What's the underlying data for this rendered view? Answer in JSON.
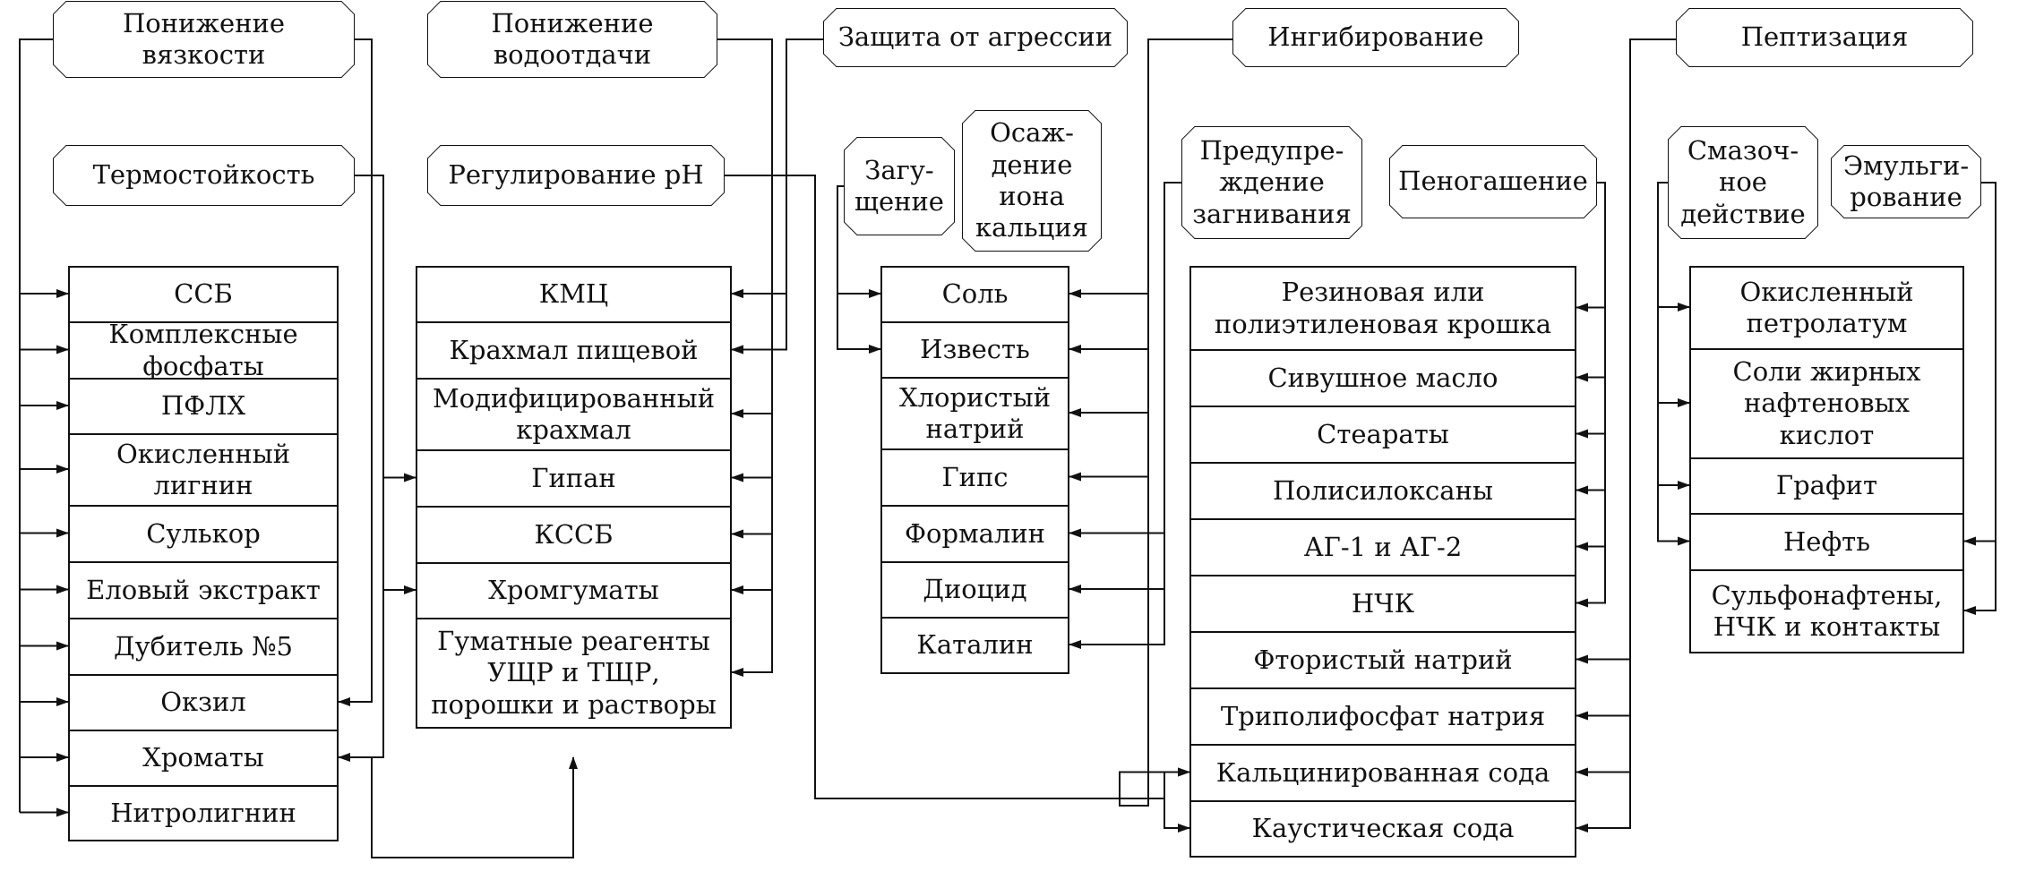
{
  "functions": [
    {
      "id": "f_visc",
      "label": "Понижение\nвязкости"
    },
    {
      "id": "f_fluid",
      "label": "Понижение\nводоотдачи"
    },
    {
      "id": "f_aggr",
      "label": "Защита от агрессии"
    },
    {
      "id": "f_inhib",
      "label": "Ингибирование"
    },
    {
      "id": "f_pept",
      "label": "Пептизация"
    },
    {
      "id": "f_thermo",
      "label": "Термостойкость"
    },
    {
      "id": "f_ph",
      "label": "Регулирование pH"
    },
    {
      "id": "f_thick",
      "label": "Загу-\nщение"
    },
    {
      "id": "f_ca",
      "label": "Осаж-\nдение\nиона\nкальция"
    },
    {
      "id": "f_rot",
      "label": "Предупре-\nждение\nзагнивания"
    },
    {
      "id": "f_foam",
      "label": "Пеногашение"
    },
    {
      "id": "f_lub",
      "label": "Смазоч-\nное\nдействие"
    },
    {
      "id": "f_emul",
      "label": "Эмульги-\nрование"
    }
  ],
  "columns": [
    {
      "id": "c1",
      "items": [
        "ССБ",
        "Комплексные\nфосфаты",
        "ПФЛХ",
        "Окисленный\nлигнин",
        "Сулькор",
        "Еловый экстракт",
        "Дубитель №5",
        "Окзил",
        "Хроматы",
        "Нитролигнин"
      ]
    },
    {
      "id": "c2",
      "items": [
        "КМЦ",
        "Крахмал пищевой",
        "Модифицированный\nкрахмал",
        "Гипан",
        "КССБ",
        "Хромгуматы",
        "Гуматные реагенты\nУЩР и ТЩР,\nпорошки и растворы"
      ]
    },
    {
      "id": "c3",
      "items": [
        "Соль",
        "Известь",
        "Хлористый\nнатрий",
        "Гипс",
        "Формалин",
        "Диоцид",
        "Каталин"
      ]
    },
    {
      "id": "c4",
      "items": [
        "Резиновая или\nполиэтиленовая крошка",
        "Сивушное масло",
        "Стеараты",
        "Полисилоксаны",
        "АГ-1 и АГ-2",
        "НЧК",
        "Фтористый натрий",
        "Триполифосфат натрия",
        "Кальцинированная сода",
        "Каустическая сода"
      ]
    },
    {
      "id": "c5",
      "items": [
        "Окисленный\nпетролатум",
        "Соли жирных\nнафтеновых\nкислот",
        "Графит",
        "Нефть",
        "Сульфонафтены,\nНЧК и контакты"
      ]
    }
  ]
}
